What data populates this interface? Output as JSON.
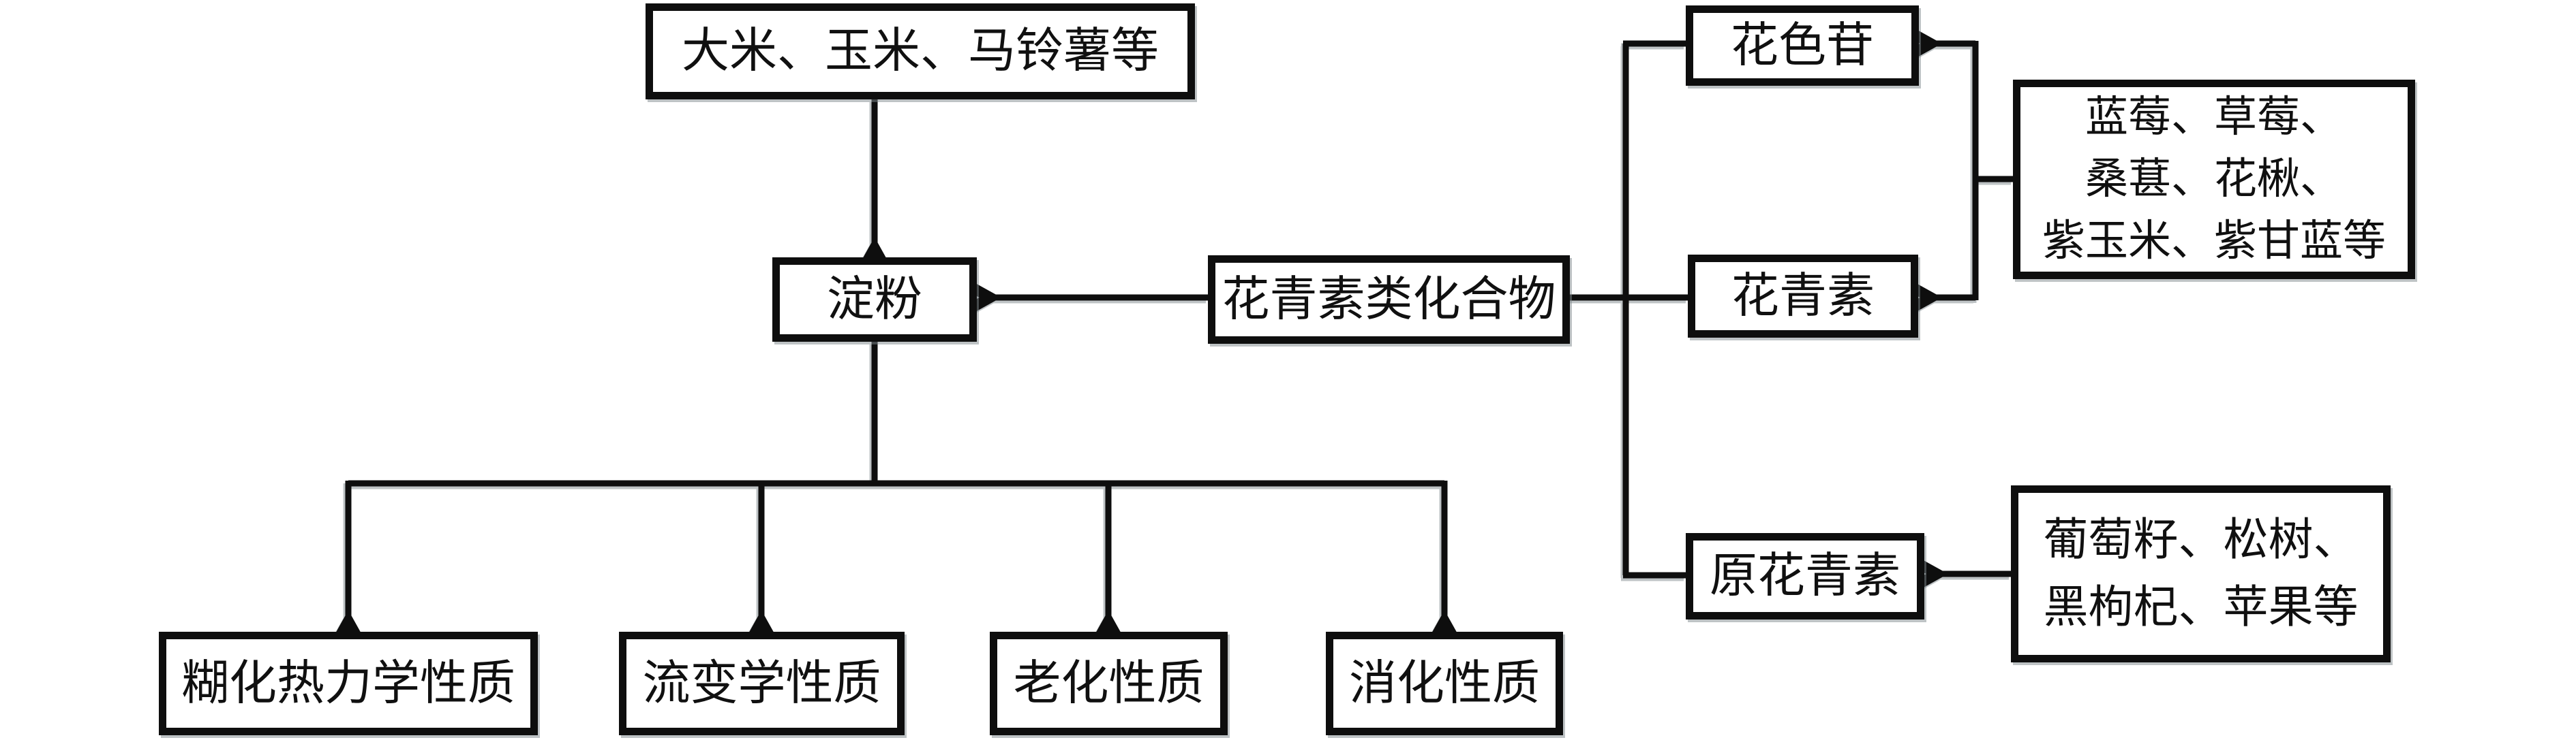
{
  "figure": {
    "type": "flow-diagram",
    "topic": "starch and anthocyanin-type compounds",
    "colors": {
      "line": "#0e0e0e",
      "text": "#101010",
      "box_border": "#0e0e0e",
      "background": "#ffffff"
    }
  },
  "nodes": {
    "source_starch": {
      "label": "大米、玉米、马铃薯等"
    },
    "starch": {
      "label": "淀粉"
    },
    "compounds": {
      "label": "花青素类化合物"
    },
    "glycoside": {
      "label": "花色苷"
    },
    "anthocyanidin": {
      "label": "花青素"
    },
    "proanthocyanidin": {
      "label": "原花青素"
    },
    "berry_sources": {
      "label": "蓝莓、草莓、\n桑葚、花楸、\n紫玉米、紫甘蓝等"
    },
    "grape_sources": {
      "label": "葡萄籽、松树、\n黑枸杞、苹果等"
    },
    "prop_gelatinization": {
      "label": "糊化热力学性质"
    },
    "prop_rheology": {
      "label": "流变学性质"
    },
    "prop_retrogradation": {
      "label": "老化性质"
    },
    "prop_digestion": {
      "label": "消化性质"
    }
  },
  "edges": [
    {
      "from": "source_starch",
      "to": "starch",
      "arrow": true
    },
    {
      "from": "compounds",
      "to": "starch",
      "arrow": true
    },
    {
      "from": "starch",
      "to": "prop_gelatinization",
      "arrow": true
    },
    {
      "from": "starch",
      "to": "prop_rheology",
      "arrow": true
    },
    {
      "from": "starch",
      "to": "prop_retrogradation",
      "arrow": true
    },
    {
      "from": "starch",
      "to": "prop_digestion",
      "arrow": true
    },
    {
      "from": "compounds",
      "to": "glycoside",
      "arrow": false
    },
    {
      "from": "compounds",
      "to": "anthocyanidin",
      "arrow": false
    },
    {
      "from": "compounds",
      "to": "proanthocyanidin",
      "arrow": false
    },
    {
      "from": "berry_sources",
      "to": "glycoside",
      "arrow": true
    },
    {
      "from": "berry_sources",
      "to": "anthocyanidin",
      "arrow": true
    },
    {
      "from": "grape_sources",
      "to": "proanthocyanidin",
      "arrow": true
    }
  ]
}
